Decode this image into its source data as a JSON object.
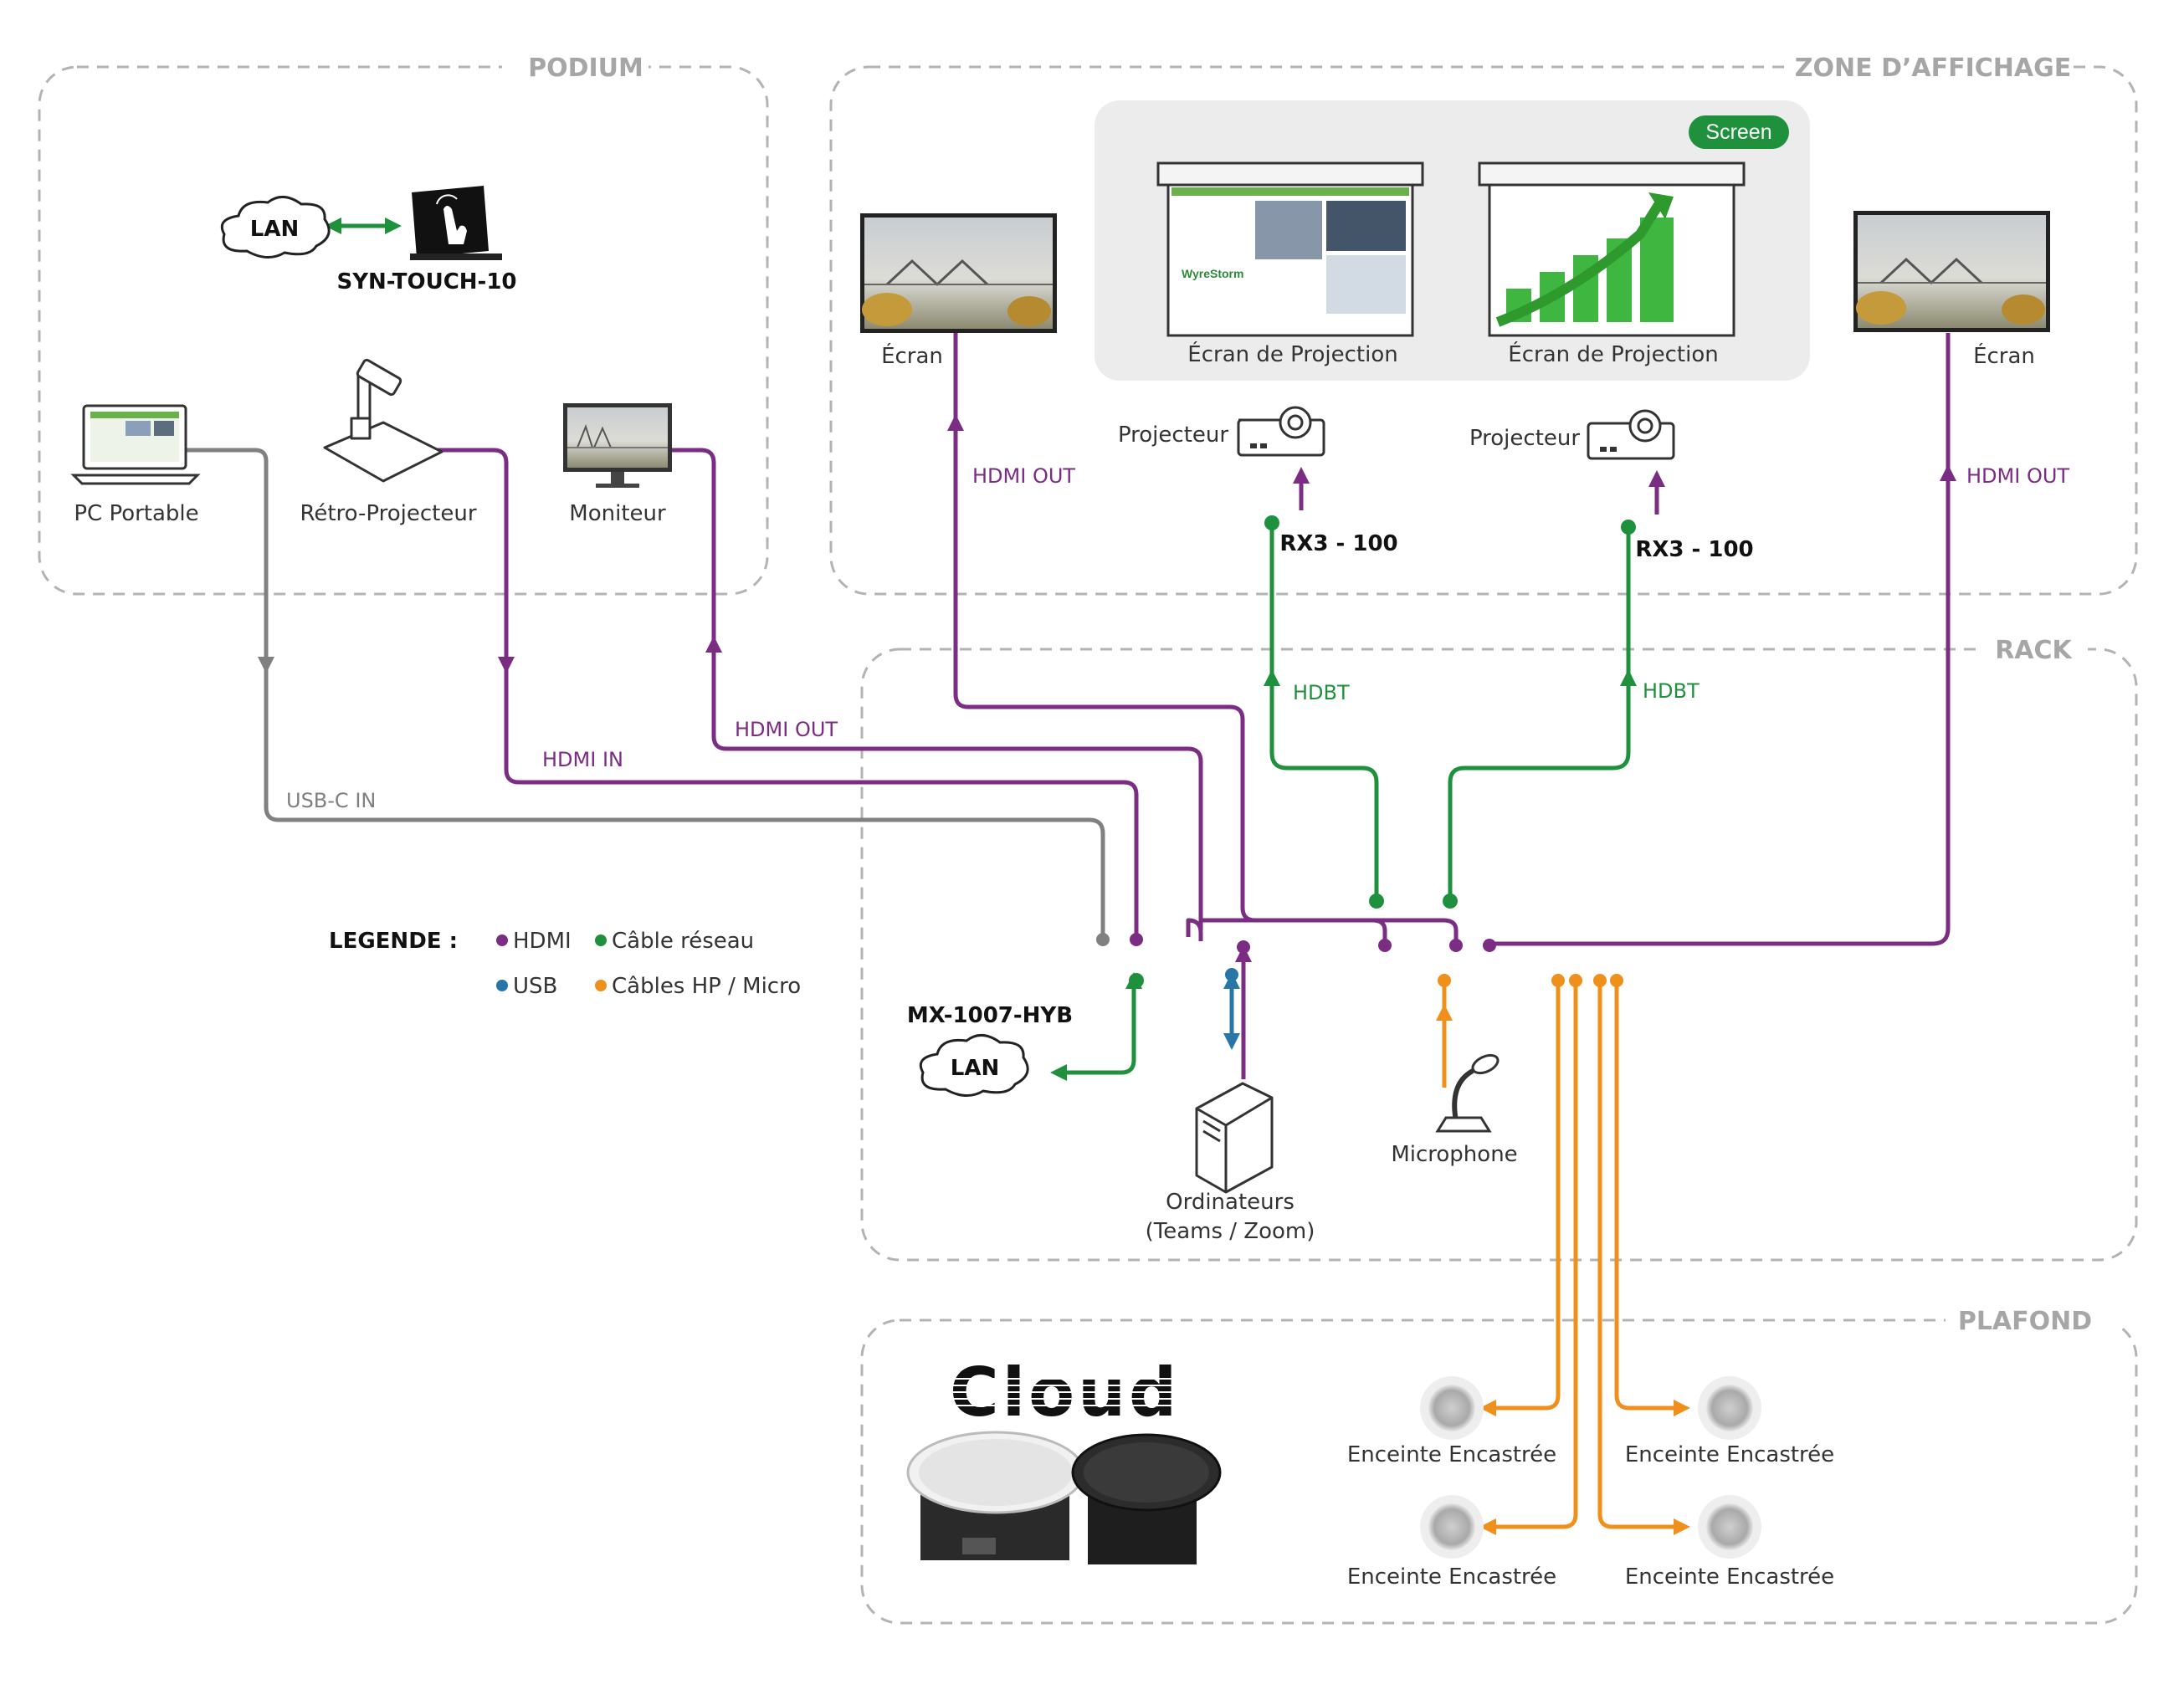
{
  "zones": {
    "podium": "PODIUM",
    "affichage": "ZONE D’AFFICHAGE",
    "rack": "RACK",
    "plafond": "PLAFOND"
  },
  "devices": {
    "lan_top": "LAN",
    "touch": "SYN-TOUCH-10",
    "pc": "PC Portable",
    "retro": "Rétro-Projecteur",
    "monitor": "Moniteur",
    "screen_left": "Écran",
    "screen_right": "Écran",
    "proj_screen_1": "Écran de Projection",
    "proj_screen_2": "Écran de Projection",
    "screen_badge": "Screen",
    "projector_1": "Projecteur",
    "projector_2": "Projecteur",
    "rx_1": "RX3 - 100",
    "rx_2": "RX3 - 100",
    "matrix": "MX-1007-HYB",
    "lan_rack": "LAN",
    "computer_1": "Ordinateurs",
    "computer_2": "(Teams / Zoom)",
    "microphone": "Microphone",
    "brand": "Cloud",
    "speaker_1": "Enceinte Encastrée",
    "speaker_2": "Enceinte Encastrée",
    "speaker_3": "Enceinte Encastrée",
    "speaker_4": "Enceinte Encastrée"
  },
  "cables": {
    "hdmi_out_left": "HDMI OUT",
    "hdmi_out_right": "HDMI OUT",
    "hdbt_1": "HDBT",
    "hdbt_2": "HDBT",
    "hdmi_out_monitor": "HDMI OUT",
    "hdmi_in": "HDMI IN",
    "usbc_in": "USB-C IN"
  },
  "legend": {
    "title": "LEGENDE :",
    "hdmi": "HDMI",
    "network": "Câble réseau",
    "usb": "USB",
    "audio": "Câbles HP / Micro"
  },
  "colors": {
    "hdmi": "#7b2c83",
    "network": "#1f913c",
    "usb_c": "#808080",
    "usb": "#2876a8",
    "audio": "#ef8f1c",
    "zone_border": "#b3b3b3"
  }
}
